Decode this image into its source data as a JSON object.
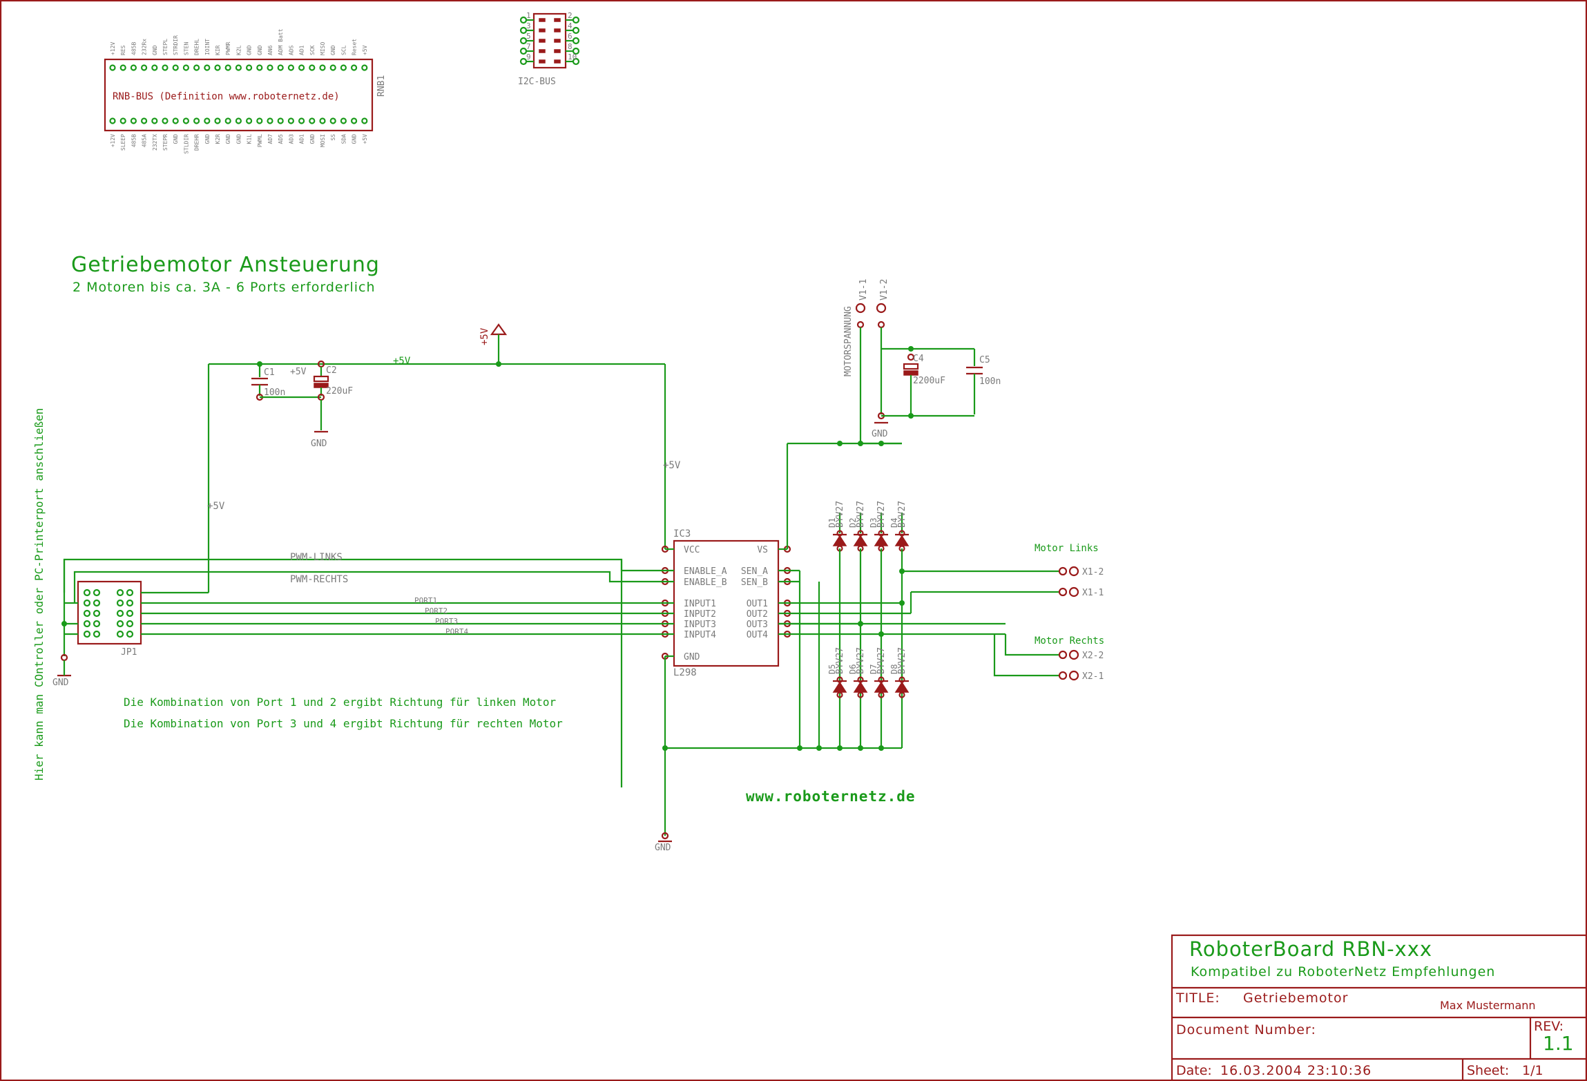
{
  "heading": {
    "title": "Getriebemotor Ansteuerung",
    "subtitle": "2 Motoren bis ca. 3A - 6 Ports erforderlich"
  },
  "side_note": "Hier kann man COntroller oder PC-Printerport anschließen",
  "notes": [
    "Die Kombination von Port 1 und 2  ergibt Richtung für linken Motor",
    "Die Kombination von Port 3 und 4  ergibt Richtung für rechten Motor"
  ],
  "website": "www.roboternetz.de",
  "rnb_bus": {
    "label": "RNB-BUS (Definition www.roboternetz.de)",
    "ref": "RNB1",
    "top_pins": [
      "+12V",
      "RES",
      "485B",
      "232Rx",
      "GND",
      "STEPL",
      "STRDIR",
      "STEN",
      "DREHL",
      "IOINT",
      "KIR",
      "PWMR",
      "K2L",
      "GND",
      "GND",
      "AN6",
      "ADM Batt",
      "ADS",
      "AD1",
      "SCK",
      "MISO",
      "GND",
      "SCL",
      "Reset",
      "+5V"
    ],
    "bottom_pins": [
      "+12V",
      "SLEEP",
      "485B",
      "485A",
      "232TX",
      "STEPR",
      "GND",
      "STLDIR",
      "DREHR",
      "GND",
      "K2R",
      "GND",
      "GND",
      "K1L",
      "PWML",
      "AD7",
      "AD5",
      "AD3",
      "AD1",
      "GND",
      "MOSI",
      "SS",
      "SDA",
      "GND",
      "+5V"
    ]
  },
  "i2c": {
    "label": "I2C-BUS",
    "pins_left": [
      "1",
      "3",
      "5",
      "7",
      "9"
    ],
    "pins_right": [
      "2",
      "4",
      "6",
      "8",
      "10"
    ]
  },
  "ic3": {
    "ref": "IC3",
    "value": "L298",
    "left_pins": [
      "VCC",
      "ENABLE_A",
      "ENABLE_B",
      "INPUT1",
      "INPUT2",
      "INPUT3",
      "INPUT4",
      "GND"
    ],
    "right_pins": [
      "VS",
      "SEN_A",
      "SEN_B",
      "OUT1",
      "OUT2",
      "OUT3",
      "OUT4"
    ]
  },
  "components": {
    "c1": {
      "ref": "C1",
      "value": "100n"
    },
    "c2": {
      "ref": "C2",
      "value": "220uF"
    },
    "c4": {
      "ref": "C4",
      "value": "2200uF"
    },
    "c5": {
      "ref": "C5",
      "value": "100n"
    },
    "diode_value": "BYV27",
    "diodes_top": [
      "D1",
      "D2",
      "D3",
      "D4"
    ],
    "diodes_bottom": [
      "D5",
      "D6",
      "D7",
      "D8"
    ],
    "jp1": "JP1",
    "v1_1": "V1-1",
    "v1_2": "V1-2",
    "motorspannung": "MOTORSPANNUNG"
  },
  "nets": {
    "p5v": "+5V",
    "gnd": "GND",
    "pwm_links": "PWM-LINKS",
    "pwm_rechts": "PWM-RECHTS",
    "port1": "PORT1",
    "port2": "PORT2",
    "port3": "PORT3",
    "port4": "PORT4"
  },
  "motors": {
    "links": "Motor Links",
    "rechts": "Motor Rechts",
    "x1_2": "X1-2",
    "x1_1": "X1-1",
    "x2_2": "X2-2",
    "x2_1": "X2-1"
  },
  "title_block": {
    "board": "RoboterBoard RBN-xxx",
    "compat": "Kompatibel zu RoboterNetz Empfehlungen",
    "title_label": "TITLE:",
    "title_value": "Getriebemotor",
    "author": "Max Mustermann",
    "doc_label": "Document Number:",
    "rev_label": "REV:",
    "rev_value": "1.1",
    "date_label": "Date:",
    "date_value": "16.03.2004 23:10:36",
    "sheet_label": "Sheet:",
    "sheet_value": "1/1"
  },
  "colors": {
    "wire": "#1a9a1a",
    "part": "#9a1a1a",
    "frame": "#9a1a1a"
  }
}
